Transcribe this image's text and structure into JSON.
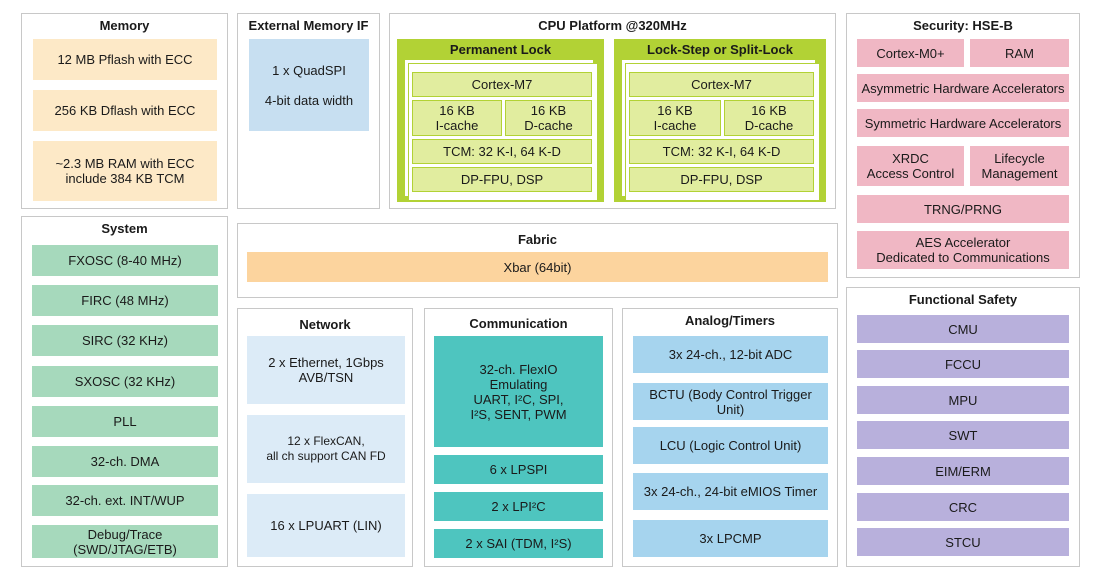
{
  "memory": {
    "title": "Memory",
    "items": [
      "12 MB Pflash with ECC",
      "256 KB Dflash with ECC",
      "~2.3 MB RAM with ECC\ninclude 384 KB TCM"
    ]
  },
  "external_memory": {
    "title": "External Memory IF",
    "items": [
      "1 x QuadSPI\n\n4-bit data width"
    ]
  },
  "cpu": {
    "title": "CPU Platform @320MHz",
    "clusters": [
      {
        "title": "Permanent Lock",
        "core": "Cortex-M7",
        "icache": "16 KB\nI-cache",
        "dcache": "16 KB\nD-cache",
        "tcm": "TCM: 32 K-I, 64 K-D",
        "fpu": "DP-FPU, DSP"
      },
      {
        "title": "Lock-Step or Split-Lock",
        "core": "Cortex-M7",
        "icache": "16 KB\nI-cache",
        "dcache": "16 KB\nD-cache",
        "tcm": "TCM: 32 K-I, 64 K-D",
        "fpu": "DP-FPU, DSP"
      }
    ]
  },
  "security": {
    "title": "Security: HSE-B",
    "m0": "Cortex-M0+",
    "ram": "RAM",
    "asym": "Asymmetric Hardware Accelerators",
    "sym": "Symmetric Hardware Accelerators",
    "xrdc": "XRDC\nAccess Control",
    "lifecycle": "Lifecycle\nManagement",
    "trng": "TRNG/PRNG",
    "aes": "AES Accelerator\nDedicated to Communications"
  },
  "system": {
    "title": "System",
    "items": [
      "FXOSC (8-40 MHz)",
      "FIRC (48 MHz)",
      "SIRC (32 KHz)",
      "SXOSC (32 KHz)",
      "PLL",
      "32-ch. DMA",
      "32-ch. ext. INT/WUP",
      "Debug/Trace (SWD/JTAG/ETB)"
    ]
  },
  "fabric": {
    "title": "Fabric",
    "xbar": "Xbar (64bit)"
  },
  "functional_safety": {
    "title": "Functional Safety",
    "items": [
      "CMU",
      "FCCU",
      "MPU",
      "SWT",
      "EIM/ERM",
      "CRC",
      "STCU"
    ]
  },
  "network": {
    "title": "Network",
    "items": [
      "2 x Ethernet, 1Gbps\nAVB/TSN",
      "12 x FlexCAN,\nall ch support CAN FD",
      "16 x LPUART (LIN)"
    ]
  },
  "communication": {
    "title": "Communication",
    "items": [
      "32-ch. FlexIO\nEmulating\nUART, I²C, SPI,\nI²S, SENT, PWM",
      "6 x LPSPI",
      "2 x LPI²C",
      "2 x SAI (TDM, I²S)"
    ]
  },
  "analog": {
    "title": "Analog/Timers",
    "items": [
      "3x 24-ch., 12-bit ADC",
      "BCTU (Body Control Trigger Unit)",
      "LCU (Logic Control Unit)",
      "3x 24-ch., 24-bit eMIOS Timer",
      "3x LPCMP"
    ]
  }
}
